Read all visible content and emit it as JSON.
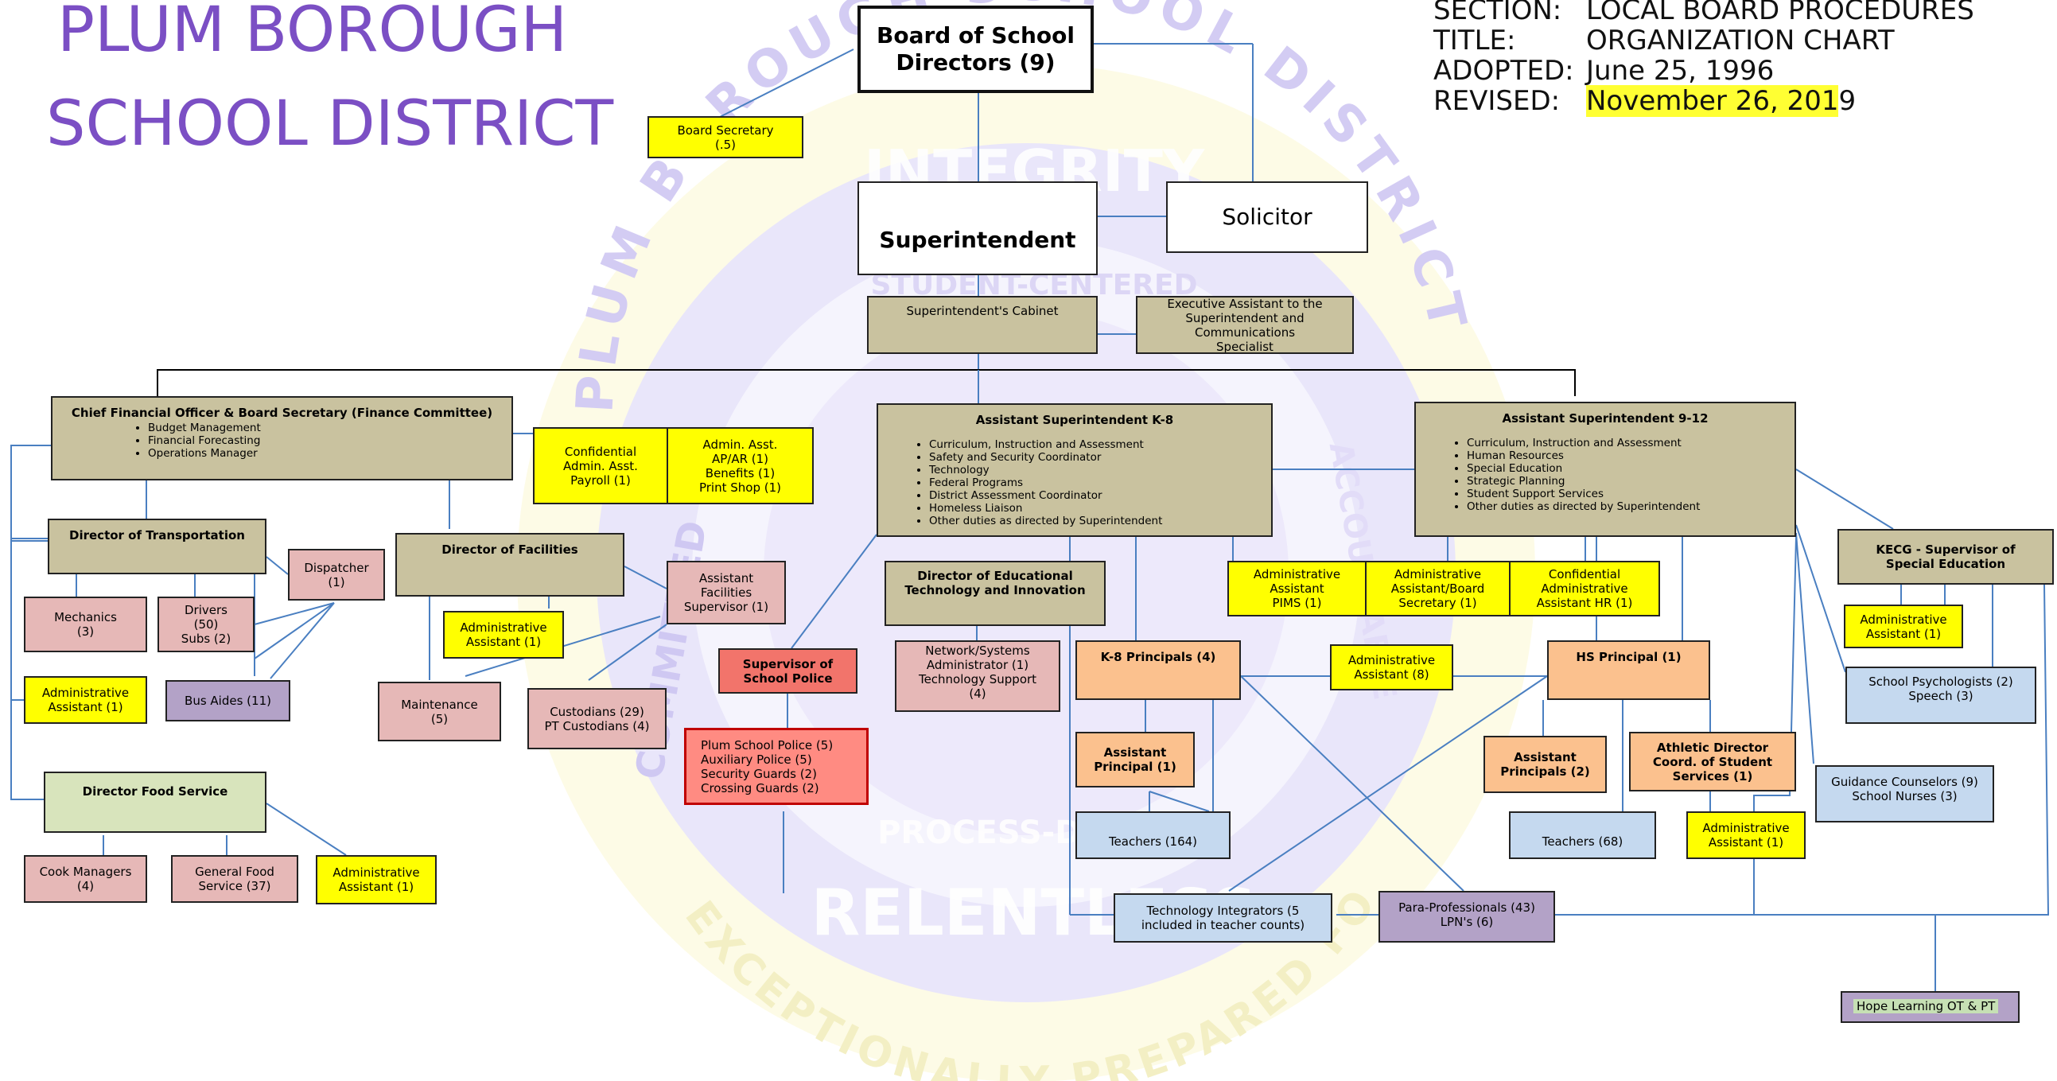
{
  "district": {
    "line1": "PLUM BOROUGH",
    "line2": "SCHOOL DISTRICT"
  },
  "meta": {
    "section_label": "SECTION:",
    "section_value": "LOCAL BOARD PROCEDURES",
    "title_label": "TITLE:",
    "title_value": "ORGANIZATION CHART",
    "adopted_label": "ADOPTED:",
    "adopted_value": "June 25, 1996",
    "revised_label": "REVISED:",
    "revised_value_highlight": "November 26, 201",
    "revised_value_rest": "9"
  },
  "watermark": {
    "top_arc": "PLUM BOROUGH SCHOOL DISTRICT",
    "bottom_arc": "EXCEPTIONALLY PREPARED FOR SUCCESS",
    "word_top": "INTEGRITY",
    "word_bottom": "RELENTLESS",
    "sub_top": "STUDENT-CENTERED",
    "sub_bottom": "PROCESS-DRIVEN",
    "left": "COMMITTED",
    "right": "ACCOUNTABLE"
  },
  "colors": {
    "title": "#7b4fc4",
    "line": "#4a7fc1",
    "yellow": "#ffff00",
    "tan": "#c9c29f",
    "pink": "#e6b8b7",
    "peach": "#fbc18e",
    "light_blue": "#c5d9ef",
    "purple": "#b3a2c7",
    "green": "#d8e4bc",
    "red": "#f2746b"
  },
  "boxes": {
    "board": {
      "line1": "Board of School",
      "line2": "Directors (9)"
    },
    "board_secretary": {
      "line1": "Board Secretary",
      "line2": "(.5)"
    },
    "superintendent": "Superintendent",
    "solicitor": "Solicitor",
    "cabinet": "Superintendent's Cabinet",
    "exec_asst": {
      "line1": "Executive Assistant to the",
      "line2": "Superintendent and Communications",
      "line3": "Specialist"
    },
    "cfo": {
      "title": "Chief Financial Officer & Board Secretary (Finance Committee)",
      "items": [
        "Budget Management",
        "Financial Forecasting",
        "Operations Manager"
      ]
    },
    "conf_admin": {
      "line1": "Confidential",
      "line2": "Admin. Asst.",
      "line3": "Payroll (1)"
    },
    "admin_asst_ap": {
      "line1": "Admin. Asst.",
      "line2": "AP/AR (1)",
      "line3": "Benefits (1)",
      "line4": "Print Shop (1)"
    },
    "asst_k8": {
      "title": "Assistant Superintendent K-8",
      "items": [
        "Curriculum, Instruction and Assessment",
        "Safety and Security Coordinator",
        "Technology",
        "Federal Programs",
        "District Assessment Coordinator",
        "Homeless Liaison",
        "Other duties as directed by Superintendent"
      ]
    },
    "asst_912": {
      "title": "Assistant Superintendent 9-12",
      "items": [
        "Curriculum, Instruction and Assessment",
        "Human Resources",
        "Special Education",
        "Strategic Planning",
        "Student Support Services",
        "Other duties as directed by Superintendent"
      ]
    },
    "dir_transport": "Director of Transportation",
    "dispatcher": {
      "line1": "Dispatcher",
      "line2": "(1)"
    },
    "mechanics": {
      "line1": "Mechanics",
      "line2": "(3)"
    },
    "drivers": {
      "line1": "Drivers",
      "line2": "(50)",
      "line3": "Subs (2)"
    },
    "admin_transport": {
      "line1": "Administrative",
      "line2": "Assistant (1)"
    },
    "bus_aides": "Bus Aides (11)",
    "dir_facilities": "Director of Facilities",
    "asst_facilities": {
      "line1": "Assistant",
      "line2": "Facilities",
      "line3": "Supervisor (1)"
    },
    "admin_facilities": {
      "line1": "Administrative",
      "line2": "Assistant (1)"
    },
    "maintenance": {
      "line1": "Maintenance",
      "line2": "(5)"
    },
    "custodians": {
      "line1": "Custodians (29)",
      "line2": "PT Custodians (4)"
    },
    "dir_food": "Director Food Service",
    "cook_managers": {
      "line1": "Cook Managers",
      "line2": "(4)"
    },
    "general_food": {
      "line1": "General Food",
      "line2": "Service (37)"
    },
    "admin_food": {
      "line1": "Administrative",
      "line2": "Assistant (1)"
    },
    "supervisor_police": {
      "line1": "Supervisor of",
      "line2": "School Police"
    },
    "police": {
      "line1": "Plum School Police (5)",
      "line2": "Auxiliary Police (5)",
      "line3": "Security Guards (2)",
      "line4": "Crossing Guards (2)"
    },
    "dir_edtech": {
      "line1": "Director of Educational",
      "line2": "Technology and Innovation"
    },
    "network": {
      "line1": "Network/Systems",
      "line2": "Administrator (1)",
      "line3": "Technology Support",
      "line4": "(4)"
    },
    "k8_principals": "K-8 Principals (4)",
    "admin_asst_8": {
      "line1": "Administrative",
      "line2": "Assistant (8)"
    },
    "hs_principal": "HS Principal (1)",
    "asst_principal": {
      "line1": "Assistant",
      "line2": "Principal (1)"
    },
    "asst_principals": {
      "line1": "Assistant",
      "line2": "Principals (2)"
    },
    "athletic": {
      "line1": "Athletic Director",
      "line2": "Coord. of Student",
      "line3": "Services (1)"
    },
    "teachers_164": "Teachers (164)",
    "teachers_68": "Teachers (68)",
    "admin_athletic": {
      "line1": "Administrative",
      "line2": "Assistant (1)"
    },
    "tech_integrators": {
      "line1": "Technology Integrators (5",
      "line2": "included in teacher counts)"
    },
    "paras": {
      "line1": "Para-Professionals (43)",
      "line2": "LPN's (6)"
    },
    "admin_pims": {
      "line1": "Administrative",
      "line2": "Assistant",
      "line3": "PIMS (1)"
    },
    "admin_board_sec": {
      "line1": "Administrative",
      "line2": "Assistant/Board",
      "line3": "Secretary (1)"
    },
    "conf_hr": {
      "line1": "Confidential",
      "line2": "Administrative",
      "line3": "Assistant HR (1)"
    },
    "kecg": {
      "line1": "KECG - Supervisor of",
      "line2": "Special Education"
    },
    "admin_kecg": {
      "line1": "Administrative",
      "line2": "Assistant (1)"
    },
    "psych": {
      "line1": "School Psychologists (2)",
      "line2": "Speech (3)"
    },
    "guidance": {
      "line1": "Guidance Counselors (9)",
      "line2": "School Nurses (3)"
    },
    "hope": "Hope Learning OT & PT"
  }
}
